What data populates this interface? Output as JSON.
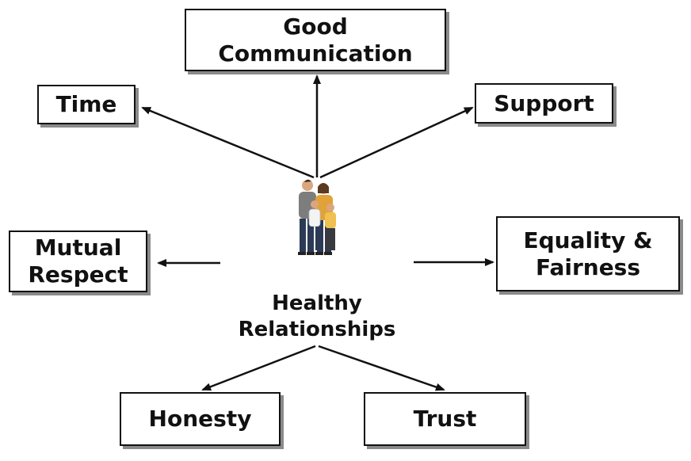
{
  "nodes": {
    "good_communication": [
      "Good",
      "Communication"
    ],
    "time": "Time",
    "support": "Support",
    "mutual_respect": [
      "Mutual",
      "Respect"
    ],
    "equality_fairness": [
      "Equality &",
      "Fairness"
    ],
    "honesty": "Honesty",
    "trust": "Trust"
  },
  "center": [
    "Healthy",
    "Relationships"
  ],
  "colors": {
    "ink": "#111111",
    "shadow": "#8a8a8a",
    "shirt_adult1": "#7d7d7d",
    "shirt_adult2": "#e2a23a",
    "shirt_child": "#f0c050",
    "pants": "#2b3a55",
    "skin": "#d9a77f"
  },
  "illustration": "family-illustration"
}
